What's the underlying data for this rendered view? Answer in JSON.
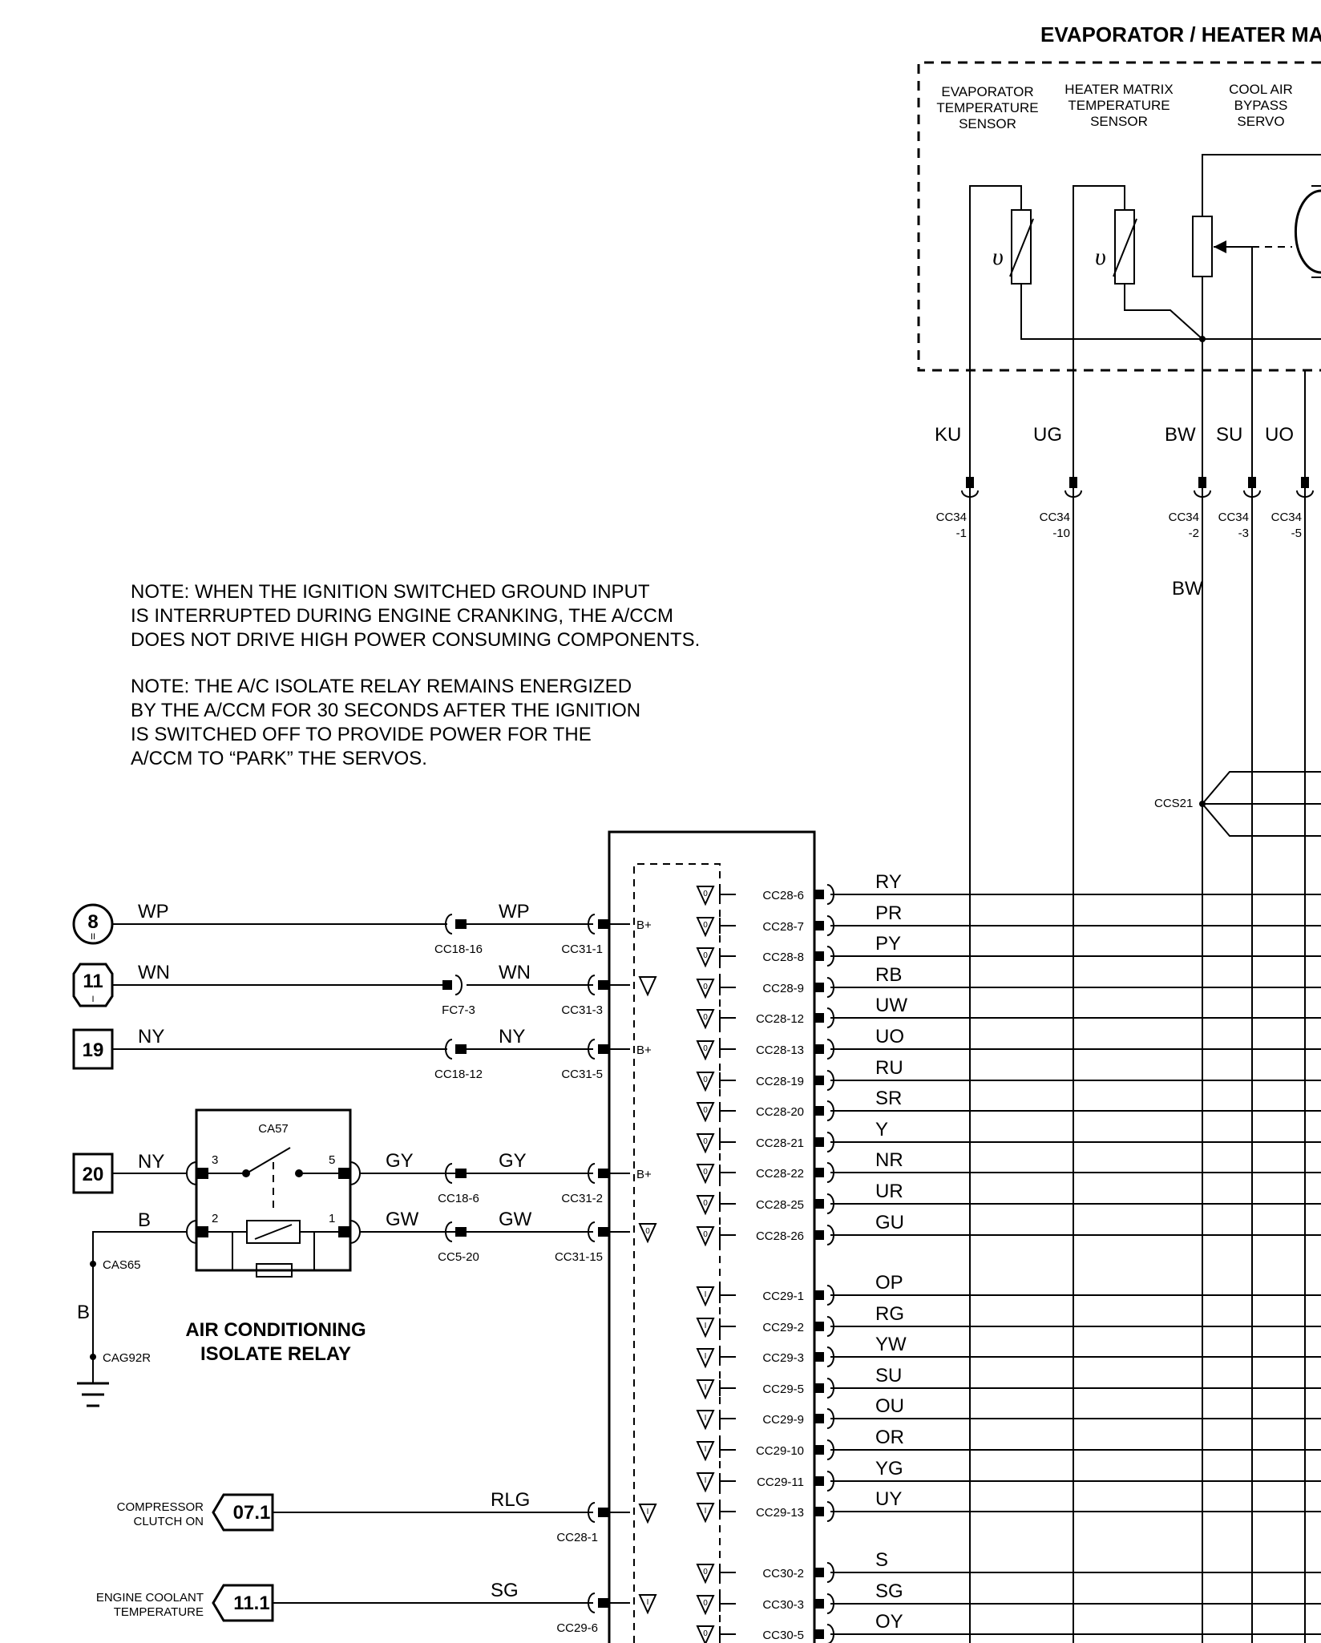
{
  "header": {
    "title": "EVAPORATOR / HEATER MA"
  },
  "module": {
    "components": [
      {
        "line1": "EVAPORATOR",
        "line2": "TEMPERATURE",
        "line3": "SENSOR"
      },
      {
        "line1": "HEATER MATRIX",
        "line2": "TEMPERATURE",
        "line3": "SENSOR"
      },
      {
        "line1": "COOL AIR",
        "line2": "BYPASS",
        "line3": "SERVO"
      }
    ],
    "upsilon": "υ",
    "wires": [
      {
        "color": "KU",
        "conn": "CC34",
        "pin": "-1"
      },
      {
        "color": "UG",
        "conn": "CC34",
        "pin": "-10"
      },
      {
        "color": "BW",
        "conn": "CC34",
        "pin": "-2"
      },
      {
        "color": "SU",
        "conn": "CC34",
        "pin": "-3"
      },
      {
        "color": "UO",
        "conn": "CC34",
        "pin": "-5"
      }
    ],
    "bw_label": "BW",
    "splice": "CCS21"
  },
  "notes": [
    {
      "lines": [
        "NOTE: WHEN THE IGNITION SWITCHED GROUND INPUT",
        "IS INTERRUPTED DURING ENGINE CRANKING, THE A/CCM",
        "DOES NOT DRIVE HIGH POWER CONSUMING COMPONENTS."
      ]
    },
    {
      "lines": [
        "NOTE: THE A/C ISOLATE RELAY REMAINS ENERGIZED",
        "BY THE A/CCM FOR 30 SECONDS AFTER THE IGNITION",
        "IS SWITCHED OFF TO PROVIDE POWER FOR THE",
        "A/CCM TO “PARK” THE SERVOS."
      ]
    }
  ],
  "left_inputs": [
    {
      "ref": "8",
      "sub": "II",
      "wire1": "WP",
      "conn1": "CC18-16",
      "wire2": "WP",
      "conn2": "CC31-1",
      "term": "B+"
    },
    {
      "ref": "11",
      "sub": "I",
      "wire1": "WN",
      "conn1": "FC7-3",
      "wire2": "WN",
      "conn2": "CC31-3",
      "term": ""
    },
    {
      "ref": "19",
      "sub": "",
      "wire1": "NY",
      "conn1": "CC18-12",
      "wire2": "NY",
      "conn2": "CC31-5",
      "term": "B+"
    }
  ],
  "relay": {
    "id": "CA57",
    "title1": "AIR CONDITIONING",
    "title2": "ISOLATE RELAY",
    "pins": [
      "3",
      "5",
      "2",
      "1"
    ],
    "ref": "20",
    "in_wire": "NY",
    "ground_wire": "B",
    "b_label": "B",
    "splice1": "CAS65",
    "splice2": "CAG92R",
    "out1": {
      "wire1": "GY",
      "conn1": "CC18-6",
      "wire2": "GY",
      "conn2": "CC31-2",
      "term": "B+"
    },
    "out2": {
      "wire1": "GW",
      "conn1": "CC5-20",
      "wire2": "GW",
      "conn2": "CC31-15",
      "term": ""
    }
  },
  "signals": [
    {
      "label1": "COMPRESSOR",
      "label2": "CLUTCH ON",
      "ref": "07.1",
      "wire": "RLG",
      "conn": "CC28-1"
    },
    {
      "label1": "ENGINE COOLANT",
      "label2": "TEMPERATURE",
      "ref": "11.1",
      "wire": "SG",
      "conn": "CC29-6"
    }
  ],
  "outputs_cc28": [
    {
      "conn": "CC28-6",
      "wire": "RY"
    },
    {
      "conn": "CC28-7",
      "wire": "PR"
    },
    {
      "conn": "CC28-8",
      "wire": "PY"
    },
    {
      "conn": "CC28-9",
      "wire": "RB"
    },
    {
      "conn": "CC28-12",
      "wire": "UW"
    },
    {
      "conn": "CC28-13",
      "wire": "UO"
    },
    {
      "conn": "CC28-19",
      "wire": "RU"
    },
    {
      "conn": "CC28-20",
      "wire": "SR"
    },
    {
      "conn": "CC28-21",
      "wire": "Y"
    },
    {
      "conn": "CC28-22",
      "wire": "NR"
    },
    {
      "conn": "CC28-25",
      "wire": "UR"
    },
    {
      "conn": "CC28-26",
      "wire": "GU"
    }
  ],
  "outputs_cc29": [
    {
      "conn": "CC29-1",
      "wire": "OP"
    },
    {
      "conn": "CC29-2",
      "wire": "RG"
    },
    {
      "conn": "CC29-3",
      "wire": "YW"
    },
    {
      "conn": "CC29-5",
      "wire": "SU"
    },
    {
      "conn": "CC29-9",
      "wire": "OU"
    },
    {
      "conn": "CC29-10",
      "wire": "OR"
    },
    {
      "conn": "CC29-11",
      "wire": "YG"
    },
    {
      "conn": "CC29-13",
      "wire": "UY"
    }
  ],
  "outputs_cc30": [
    {
      "conn": "CC30-2",
      "wire": "S"
    },
    {
      "conn": "CC30-3",
      "wire": "SG"
    },
    {
      "conn": "CC30-5",
      "wire": "OY"
    }
  ]
}
